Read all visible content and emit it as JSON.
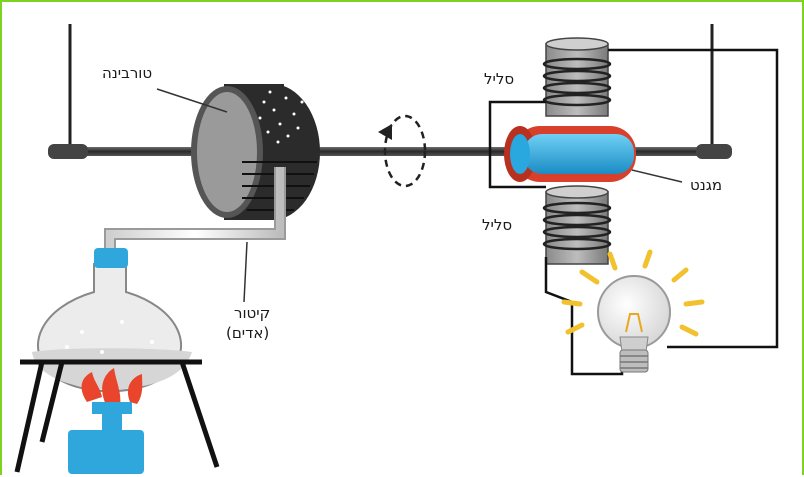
{
  "labels": {
    "turbine": "טורבינה",
    "coil_top": "סליל",
    "coil_bottom": "סליל",
    "magnet": "מגנט",
    "steam_line1": "קיטור",
    "steam_line2": "(אדים)"
  },
  "colors": {
    "border": "#7ed321",
    "magnet_outer": "#d9402b",
    "magnet_inner": "#29a7df",
    "flame": "#e8452c",
    "burner": "#2fa6dc",
    "bulb_rays": "#f2c12e",
    "coil": "#5a5a5a",
    "shaft": "#3a3a3a"
  }
}
